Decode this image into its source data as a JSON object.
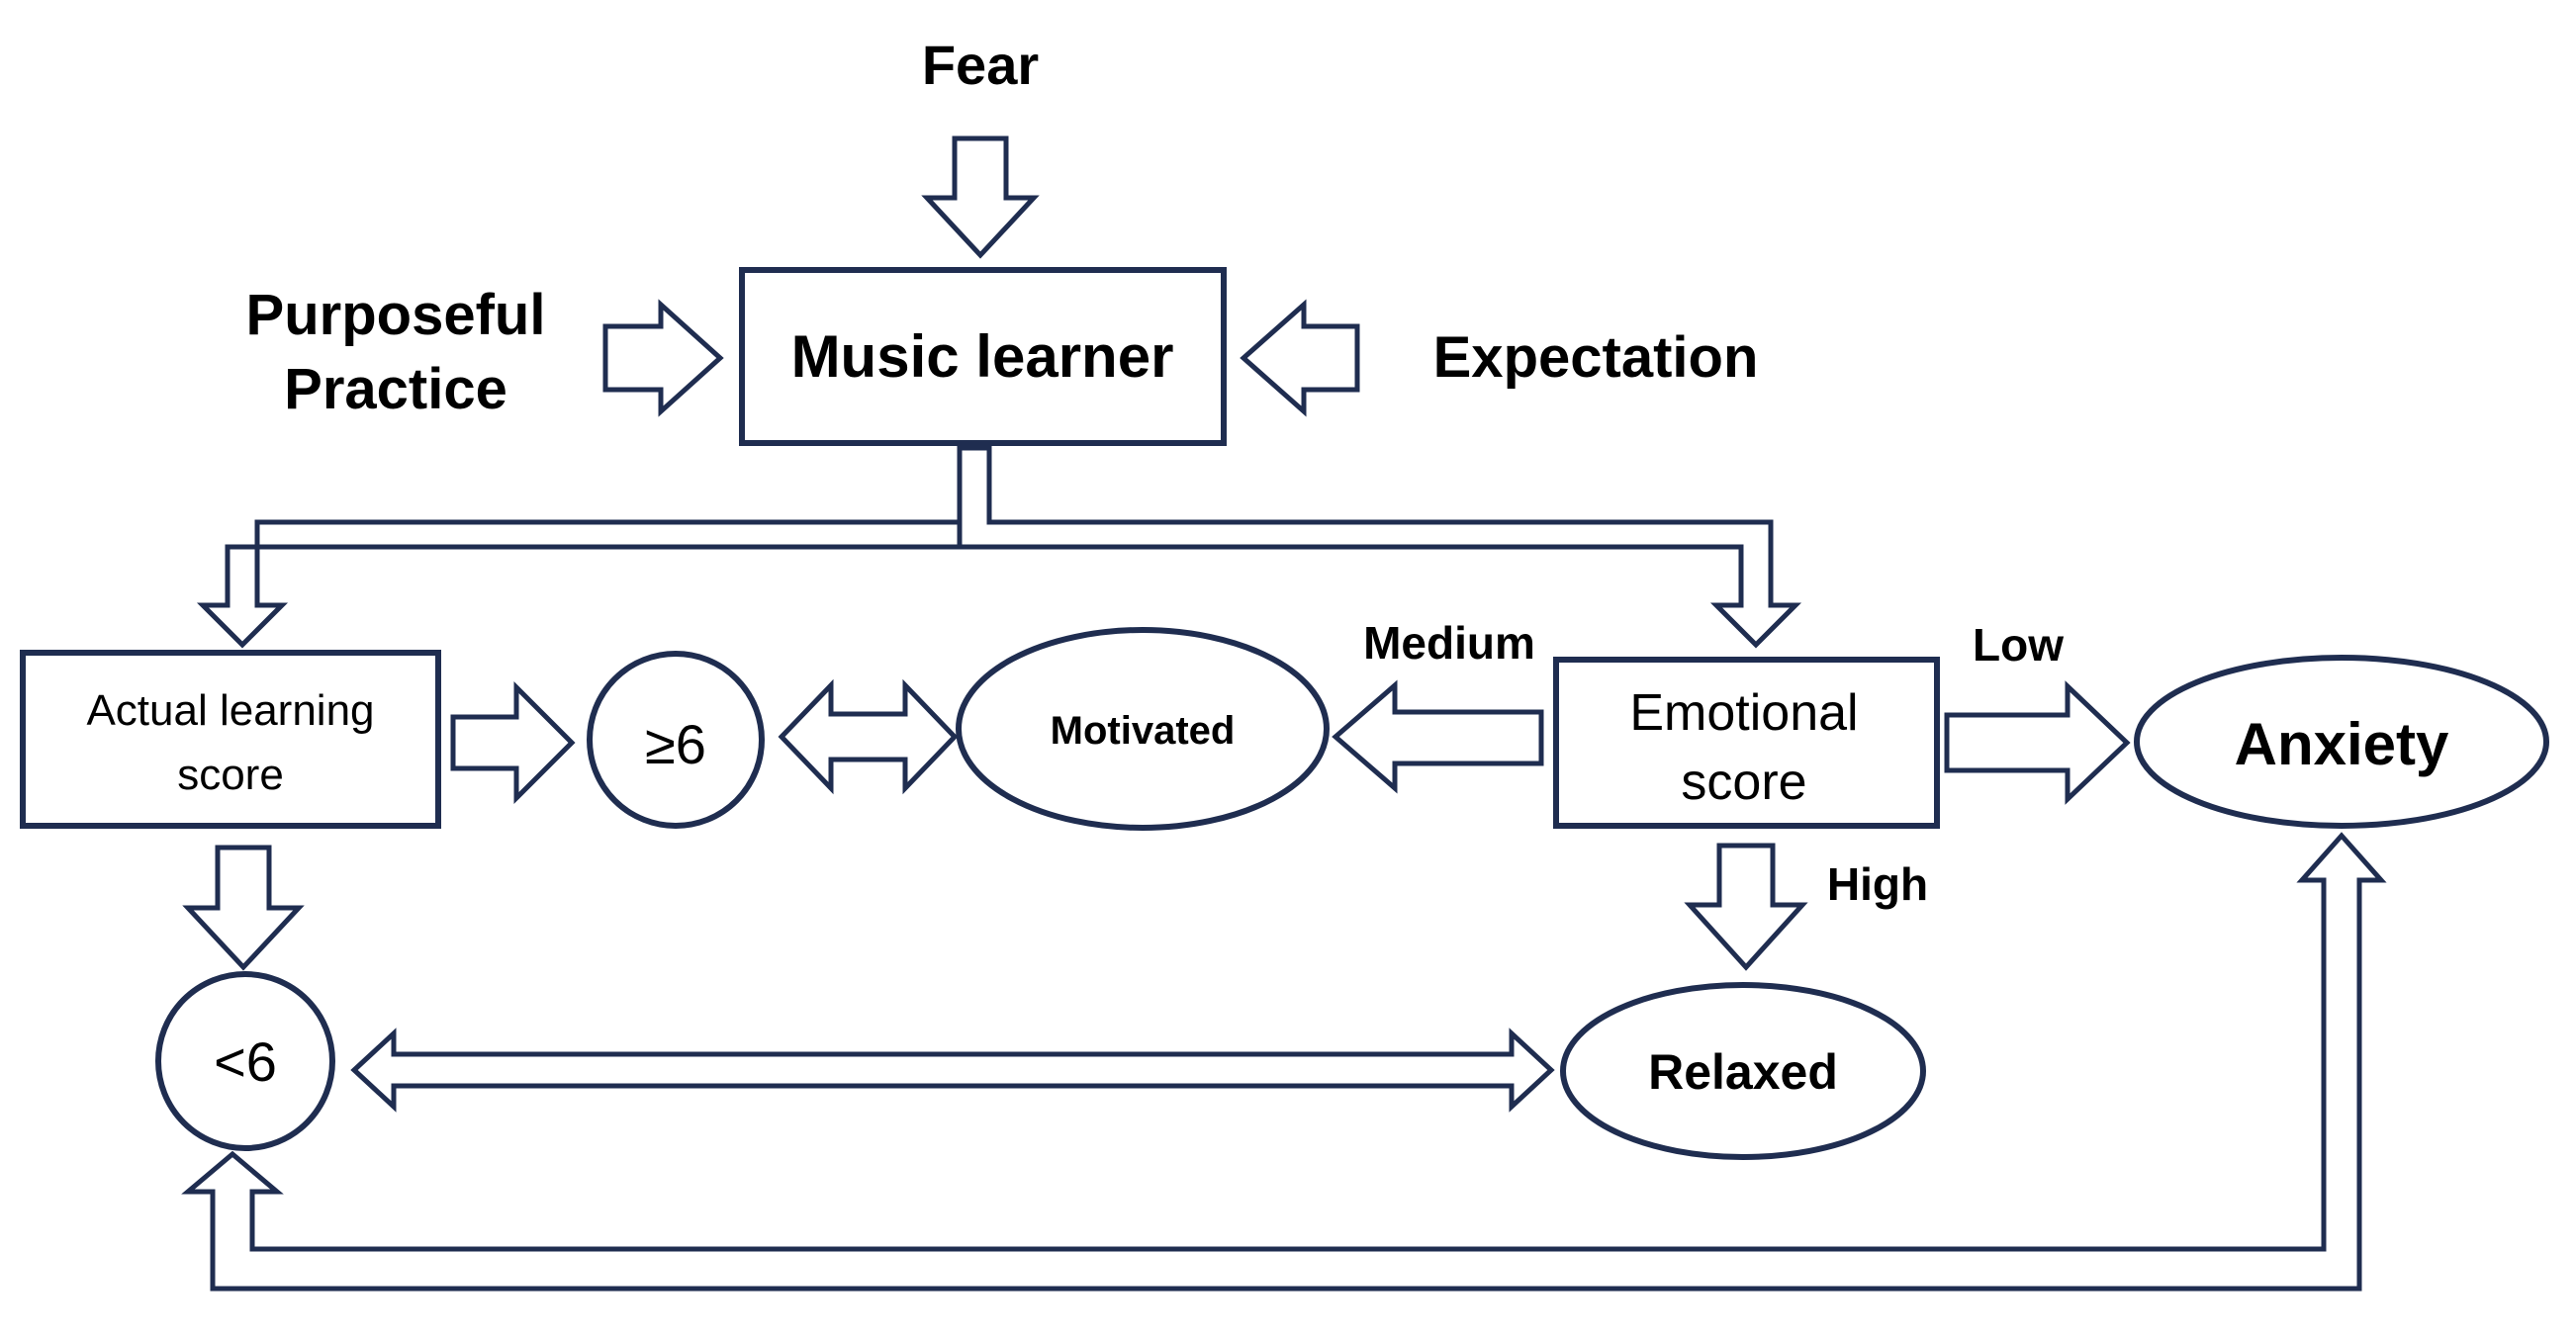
{
  "colors": {
    "stroke": "#1f2d50",
    "text": "#000000",
    "background": "#ffffff"
  },
  "inputs": {
    "fear": "Fear",
    "purposeful_line1": "Purposeful",
    "purposeful_line2": "Practice",
    "expectation": "Expectation"
  },
  "nodes": {
    "music_learner": "Music learner",
    "actual_learning_line1": "Actual learning",
    "actual_learning_line2": "score",
    "ge6": "≥6",
    "lt6": "<6",
    "motivated": "Motivated",
    "emotional_line1": "Emotional",
    "emotional_line2": "score",
    "anxiety": "Anxiety",
    "relaxed": "Relaxed"
  },
  "edge_labels": {
    "medium": "Medium",
    "low": "Low",
    "high": "High"
  }
}
